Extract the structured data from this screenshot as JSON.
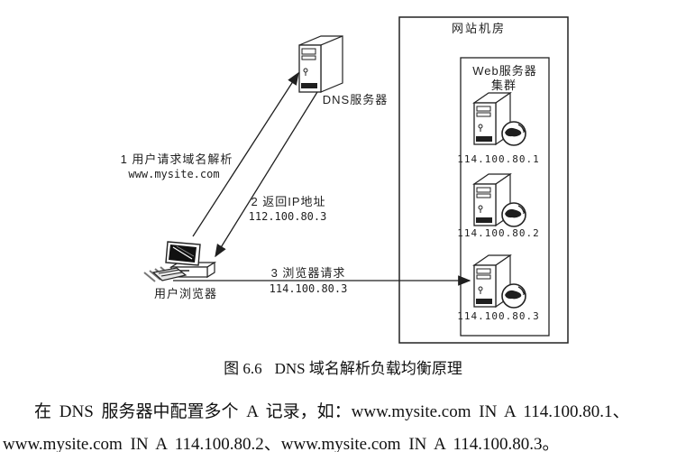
{
  "diagram": {
    "room_label": "网站机房",
    "cluster_label_line1": "Web服务器",
    "cluster_label_line2": "集群",
    "dns_server_label": "DNS服务器",
    "user_browser_label": "用户浏览器",
    "arrows": {
      "step1": {
        "line1": "1 用户请求域名解析",
        "line2": "www.mysite.com"
      },
      "step2": {
        "line1": "2 返回IP地址",
        "line2": "112.100.80.3"
      },
      "step3": {
        "line1": "3 浏览器请求",
        "line2": "114.100.80.3"
      }
    },
    "servers": [
      {
        "ip": "114.100.80.1"
      },
      {
        "ip": "114.100.80.2"
      },
      {
        "ip": "114.100.80.3"
      }
    ]
  },
  "caption": {
    "number": "图 6.6",
    "title": "DNS 域名解析负载均衡原理"
  },
  "paragraph": {
    "line1": "在 DNS 服务器中配置多个 A 记录，如：www.mysite.com IN A 114.100.80.1、",
    "line2": "www.mysite.com IN A 114.100.80.2、www.mysite.com IN A 114.100.80.3。"
  },
  "colors": {
    "ink": "#1f1f1f"
  }
}
